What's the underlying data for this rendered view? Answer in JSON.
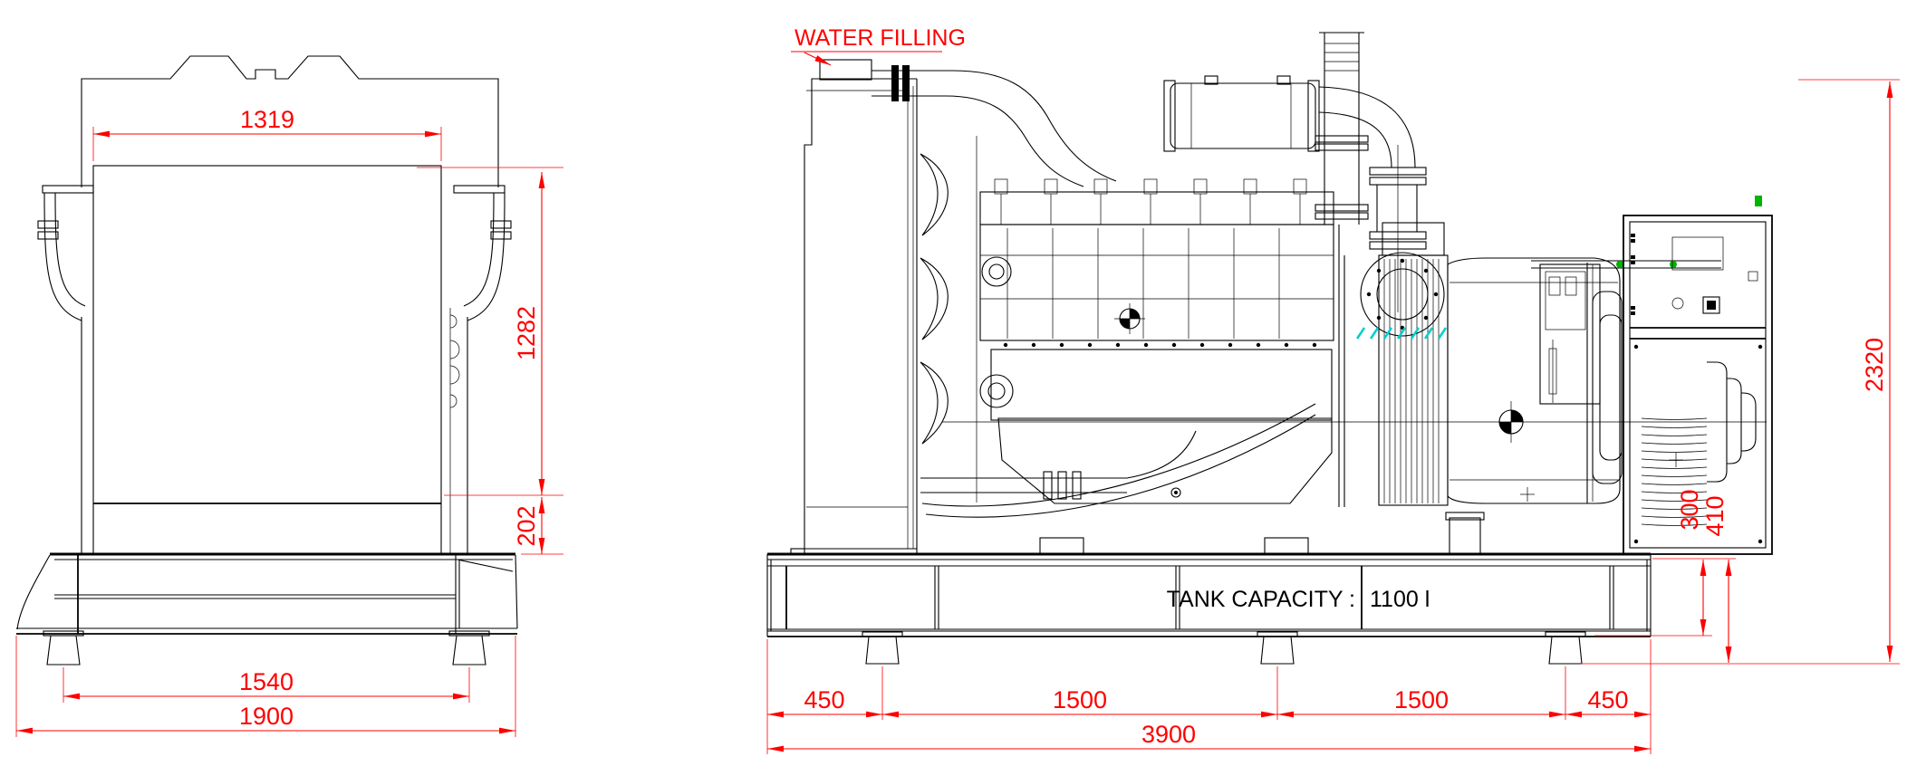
{
  "labels": {
    "water_filling": "WATER FILLING",
    "tank_capacity_label": "TANK CAPACITY :",
    "tank_capacity_value": "1100 l"
  },
  "front_view": {
    "dims": {
      "core_width": "1319",
      "core_height": "1282",
      "lower_height": "202",
      "feet_spacing": "1540",
      "overall_width": "1900"
    }
  },
  "side_view": {
    "dims": {
      "overall_height": "2320",
      "frame_height": "300",
      "frame_foot_height": "410",
      "left_foot_offset": "450",
      "foot_span_a": "1500",
      "foot_span_b": "1500",
      "right_foot_offset": "450",
      "overall_length": "3900"
    }
  },
  "colors": {
    "dimension": "#ff0000",
    "outline": "#000000",
    "marker_green": "#00b400",
    "marker_cyan": "#00cfcf",
    "background": "#ffffff"
  }
}
